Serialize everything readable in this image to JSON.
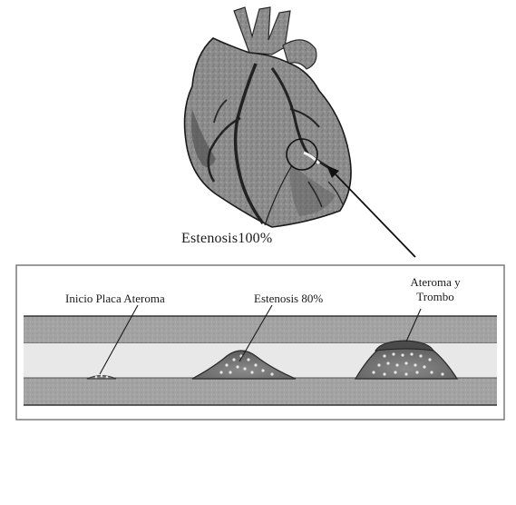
{
  "labels": {
    "stenosis_100": "Estenosis100%",
    "plaque_start": "Inicio Placa Ateroma",
    "stenosis_80": "Estenosis 80%",
    "atheroma_thrombus_line1": "Ateroma y",
    "atheroma_thrombus_line2": "Trombo"
  },
  "colors": {
    "heart_fill": "#8a8a8a",
    "vessel_wall": "#9a9a9a",
    "lumen": "#e6e6e6",
    "plaque": "#7a7a7a",
    "thrombus": "#4a4a4a",
    "line": "#1a1a1a"
  }
}
